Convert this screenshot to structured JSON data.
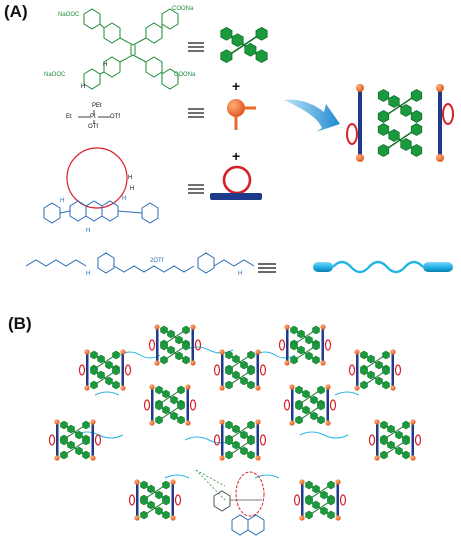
{
  "panels": {
    "a_label": "(A)",
    "b_label": "(B)"
  },
  "labels": {
    "naooc_1": "NaOOC",
    "coona_1": "COONa",
    "naooc_2": "NaOOC",
    "coona_2": "COONa",
    "h_b": "H",
    "h_a": "H",
    "pt_pet3_top": "PEt",
    "pt_et3p": "Et",
    "pt_otf_right": "OTf",
    "pt_otf_bottom": "OTf",
    "pt_center": "Pt",
    "h_s": "H",
    "h_p": "H",
    "h_e": "H",
    "h_x": "H",
    "h_n": "H",
    "ammonium_h2_left": "H",
    "ammonium_h2_right": "H",
    "counterion": "2OTf",
    "plus1": "+",
    "plus2": "+"
  },
  "colors": {
    "green": "#1a9a3c",
    "orange": "#e8692a",
    "red": "#d81f26",
    "navy": "#1f3a8a",
    "cyan": "#22b4e6",
    "arrow": "#1e8ad0"
  }
}
